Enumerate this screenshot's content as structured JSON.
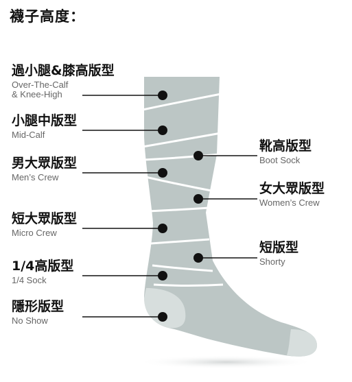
{
  "title": "襪子高度：",
  "colors": {
    "sock_body": "#bcc6c5",
    "sock_heel": "#d7dedd",
    "band": "#ffffff",
    "marker": "#111111",
    "leader": "#111111"
  },
  "left_labels": [
    {
      "zh": "過小腿&膝高版型",
      "en": "Over-The-Calf\n& Knee-High"
    },
    {
      "zh": "小腿中版型",
      "en": "Mid-Calf"
    },
    {
      "zh": "男大眾版型",
      "en": "Men’s Crew"
    },
    {
      "zh": "短大眾版型",
      "en": "Micro Crew"
    },
    {
      "zh": "1/4高版型",
      "en": "1/4 Sock"
    },
    {
      "zh": "隱形版型",
      "en": "No Show"
    }
  ],
  "right_labels": [
    {
      "zh": "靴高版型",
      "en": "Boot Sock"
    },
    {
      "zh": "女大眾版型",
      "en": "Women’s Crew"
    },
    {
      "zh": "短版型",
      "en": "Shorty"
    }
  ]
}
